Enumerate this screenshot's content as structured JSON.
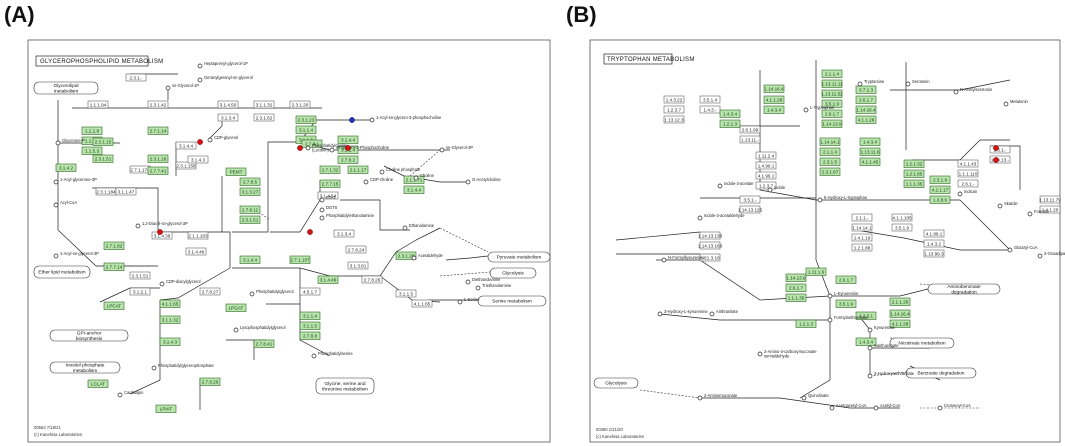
{
  "panels": [
    {
      "label": "(A)",
      "title": "GLYCEROPHOSPHOLIPID METABOLISM",
      "footer": [
        "00564 7/19/21",
        "(c) Kanehisa Laboratories"
      ],
      "pathways": [
        "Glycerolipid metabolism",
        "Ether lipid metabolism",
        "GPI-anchor biosynthesis",
        "Inositol phosphate metabolism",
        "Pyruvate metabolism",
        "Glycolysis",
        "Serine metabolism",
        "Glycine, serine and threonine metabolism"
      ],
      "genes": [
        "1.1.1.8",
        "1.1.1.8",
        "1.1.5.3",
        "3.1.4.2",
        "2.7.1.14",
        "2.3.1.15",
        "2.3.1.51",
        "2.3.1.16",
        "2.7.7.41",
        "2.7.8.5",
        "3.1.3.27",
        "2.7.8.11",
        "2.3.1.51",
        "3.1.4.4",
        "2.3.1.23",
        "3.1.1.4",
        "3.1.1.5",
        "2.7.8.1",
        "2.7.1.32",
        "2.7.7.15",
        "3.1.4.4",
        "3.1.1.4",
        "2.7.8.2",
        "2.1.1.17",
        "2.1.1.71",
        "3.1.4.4",
        "2.7.1.82",
        "2.7.7.14",
        "4.1.1.65",
        "3.1.1.32",
        "3.1.4.3",
        "2.7.8.29",
        "LPCAT",
        "LPGAT",
        "LCLAT",
        "PEMT",
        "3.1.1.4",
        "3.1.1.5",
        "2.7.8.8",
        "2.7.8.41",
        "LPIAT",
        "2.7.1.107",
        "3.1.4.46",
        "2.3.1.20"
      ],
      "ec_boxes": [
        "2.3.1.-",
        "1.1.1.94",
        "2.3.1.42",
        "3.1.4.50",
        "3.1.3.4",
        "3.1.1.32",
        "2.3.1.62",
        "2.3.1.20",
        "3.1.4.4",
        "2.3.1.158",
        "3.1.4.3",
        "2.7.1.174",
        "2.3.1.184",
        "3.1.1.47",
        "3.1.4.39",
        "2.1.1.103",
        "3.1.4.46",
        "2.7.8.27",
        "2.3.1.51",
        "3.1.2.1",
        "3.1.4.54",
        "3.1.3.4",
        "2.7.8.24",
        "3.1.3.81",
        "2.7.8.26",
        "4.5.1.7",
        "3.1.1.5",
        "4.1.1.65"
      ],
      "compounds": [
        "Heptaprenyl-glycerol-1P",
        "Geranylgeranyl-sn-glycerol",
        "sn-Glycerol-1P",
        "Glycerone-P",
        "1-Acyl-glycerone-3P",
        "Acyl-CoA",
        "CDP-glycerol",
        "Phosphatidylcholine (Lecithin)",
        "1-Acyl-sn-glycero-3-phosphocholine",
        "sn-glycero-3-Phosphocholine",
        "sn-Glycerol-3P",
        "Choline",
        "O-Acetylcholine",
        "Choline phosphate",
        "CDP-choline",
        "BTA1",
        "DGTS",
        "Phosphatidylethanolamine",
        "Ethanolamine",
        "Acetaldehyde",
        "Diethanolamine",
        "Triethanolamine",
        "L-Serine",
        "Phosphatidylserine",
        "Cardiolipin",
        "Phosphatidylglycerol",
        "Lysophosphatidylglycerol",
        "CDP-diacylglycerol",
        "1,2-Diacyl-sn-glycerol-3P",
        "Phosphatidylglycerophosphate",
        "1-Acyl-sn-glycerol-3P"
      ]
    },
    {
      "label": "(B)",
      "title": "TRYPTOPHAN METABOLISM",
      "footer": [
        "00380 1/21/20",
        "(c) Kanehisa Laboratories"
      ],
      "pathways": [
        "Aminobenzoate degradation",
        "Nicotinate metabolism",
        "Benzoate degradation",
        "Glycolysis"
      ],
      "genes": [
        "1.14.16.4",
        "4.1.1.28",
        "1.4.3.4",
        "2.1.1.4",
        "1.13.11.11",
        "1.13.11.52",
        "3.5.1.9",
        "2.6.1.7",
        "1.14.13.9",
        "3.7.1.3",
        "2.6.1.7",
        "1.14.16.4",
        "4.1.1.28",
        "1.4.3.4",
        "1.2.1.3",
        "1.14.14.1",
        "2.1.1.4",
        "2.3.1.5",
        "2.3.1.87",
        "1.4.3.4",
        "1.13.11.6",
        "4.1.1.45",
        "1.2.1.32",
        "1.2.1.85",
        "1.1.1.35",
        "2.3.1.9",
        "4.2.1.17",
        "1.3.8.6",
        "1.14.13.9",
        "2.6.1.7",
        "1.1.1.35",
        "1.11.1.6",
        "2.6.1.7",
        "3.5.1.9",
        "1.2.1.3",
        "1.2.3.1",
        "1.4.3.4",
        "2.1.1.28",
        "1.14.16.4",
        "4.1.1.28"
      ],
      "ec_boxes": [
        "1.4.3.22",
        "1.2.3.7",
        "1.13.12.3",
        "3.5.1.4",
        "1.4.3.-",
        "2.6.1.99",
        "1.13.11.-",
        "1.11.2.4",
        "1.4.99.1",
        "4.1.99.1",
        "1.2.3.7",
        "3.5.1.-",
        "1.14.13.125",
        "1.14.13.138",
        "1.14.13.168",
        "1.21.3.10",
        "2.1.1.-",
        "1.14.14.1",
        "1.4.1.19",
        "1.2.1.88",
        "4.1.1.105",
        "3.5.1.9",
        "4.1.99.1",
        "1.4.3.2",
        "1.13.99.3",
        "4.1.1.43",
        "1.1.1.110",
        "2.6.1.-",
        "1.5.1.-",
        "1.14.13.-",
        "1.13.11.79",
        "1.4.1.20"
      ],
      "compounds": [
        "L-Tryptophan",
        "Tryptamine",
        "Serotonin",
        "N-Acetylserotonin",
        "Melatonin",
        "5-Hydroxy-L-tryptophan",
        "Indole",
        "Indole-3-acetate",
        "Indole-3-acetaldehyde",
        "N-Formylkynurenine",
        "L-Kynurenine",
        "Formylanthranilate",
        "Anthranilate",
        "3-Hydroxy-L-kynurenine",
        "Kynurenate",
        "Xanthurenate",
        "3-Hydroxyanthranilate",
        "2-Amino-3-carboxymuconate semialdehyde",
        "Quinolinate",
        "2-Aminomuconate",
        "Acetoacetyl-CoA",
        "Acetyl-CoA",
        "Crotonoyl-CoA",
        "Glutaryl-CoA",
        "2-Oxoadipate",
        "Formate",
        "Skatole",
        "Indican"
      ]
    }
  ]
}
